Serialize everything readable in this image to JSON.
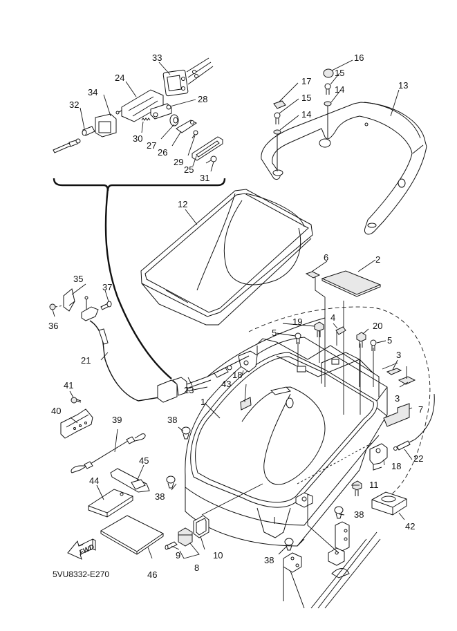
{
  "diagram": {
    "type": "exploded-parts-diagram",
    "drawing_code": "5VU8332-E270",
    "direction_arrow_label": "FWD",
    "colors": {
      "line": "#111111",
      "background": "#ffffff"
    },
    "callouts": [
      {
        "id": "c1",
        "label": "1"
      },
      {
        "id": "c2",
        "label": "2"
      },
      {
        "id": "c3a",
        "label": "3"
      },
      {
        "id": "c3b",
        "label": "3"
      },
      {
        "id": "c4",
        "label": "4"
      },
      {
        "id": "c5a",
        "label": "5"
      },
      {
        "id": "c5b",
        "label": "5"
      },
      {
        "id": "c6",
        "label": "6"
      },
      {
        "id": "c7",
        "label": "7"
      },
      {
        "id": "c8",
        "label": "8"
      },
      {
        "id": "c9",
        "label": "9"
      },
      {
        "id": "c10",
        "label": "10"
      },
      {
        "id": "c11",
        "label": "11"
      },
      {
        "id": "c12",
        "label": "12"
      },
      {
        "id": "c13",
        "label": "13"
      },
      {
        "id": "c14a",
        "label": "14"
      },
      {
        "id": "c14b",
        "label": "14"
      },
      {
        "id": "c15a",
        "label": "15"
      },
      {
        "id": "c15b",
        "label": "15"
      },
      {
        "id": "c16",
        "label": "16"
      },
      {
        "id": "c17",
        "label": "17"
      },
      {
        "id": "c18a",
        "label": "18"
      },
      {
        "id": "c18b",
        "label": "18"
      },
      {
        "id": "c19",
        "label": "19"
      },
      {
        "id": "c20",
        "label": "20"
      },
      {
        "id": "c21",
        "label": "21"
      },
      {
        "id": "c22",
        "label": "22"
      },
      {
        "id": "c23",
        "label": "23"
      },
      {
        "id": "c24",
        "label": "24"
      },
      {
        "id": "c25",
        "label": "25"
      },
      {
        "id": "c26",
        "label": "26"
      },
      {
        "id": "c27",
        "label": "27"
      },
      {
        "id": "c28",
        "label": "28"
      },
      {
        "id": "c29",
        "label": "29"
      },
      {
        "id": "c30",
        "label": "30"
      },
      {
        "id": "c31",
        "label": "31"
      },
      {
        "id": "c32",
        "label": "32"
      },
      {
        "id": "c33",
        "label": "33"
      },
      {
        "id": "c34",
        "label": "34"
      },
      {
        "id": "c35",
        "label": "35"
      },
      {
        "id": "c36",
        "label": "36"
      },
      {
        "id": "c37",
        "label": "37"
      },
      {
        "id": "c38a",
        "label": "38"
      },
      {
        "id": "c38b",
        "label": "38"
      },
      {
        "id": "c38c",
        "label": "38"
      },
      {
        "id": "c38d",
        "label": "38"
      },
      {
        "id": "c39",
        "label": "39"
      },
      {
        "id": "c40",
        "label": "40"
      },
      {
        "id": "c41",
        "label": "41"
      },
      {
        "id": "c42",
        "label": "42"
      },
      {
        "id": "c43",
        "label": "43"
      },
      {
        "id": "c44",
        "label": "44"
      },
      {
        "id": "c45",
        "label": "45"
      },
      {
        "id": "c46",
        "label": "46"
      }
    ]
  }
}
